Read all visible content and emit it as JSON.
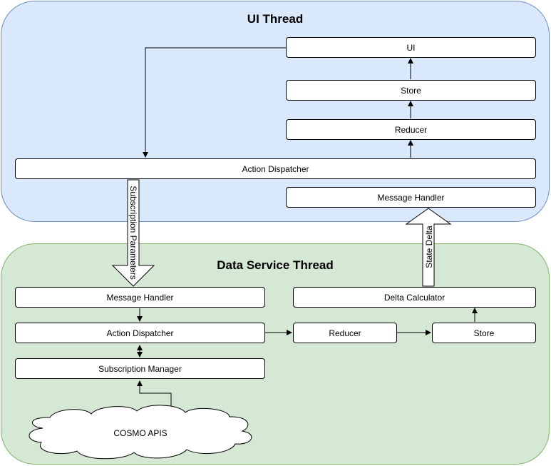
{
  "colors": {
    "ui_region_fill": "#dae8fc",
    "ui_region_border": "#6c8ebf",
    "data_region_fill": "#d5e8d4",
    "data_region_border": "#82b366"
  },
  "ui_thread": {
    "title": "UI Thread",
    "nodes": {
      "ui": "UI",
      "store": "Store",
      "reducer": "Reducer",
      "action_dispatcher": "Action Dispatcher",
      "message_handler": "Message Handler"
    }
  },
  "data_thread": {
    "title": "Data Service Thread",
    "nodes": {
      "message_handler": "Message Handler",
      "action_dispatcher": "Action Dispatcher",
      "subscription_manager": "Subscription Manager",
      "reducer": "Reducer",
      "store": "Store",
      "delta_calculator": "Delta Calculator"
    },
    "external": {
      "cosmo_apis": "COSMO APIS"
    }
  },
  "edges": {
    "subscription_parameters": "Subscription Parameters",
    "state_delta": "State Delta"
  }
}
